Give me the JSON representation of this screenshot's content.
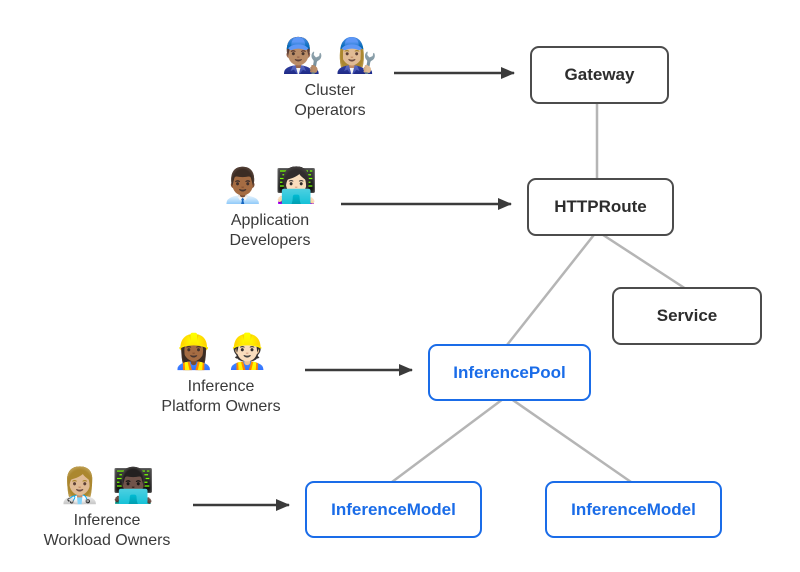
{
  "colors": {
    "accent_blue": "#1a6ce8",
    "core_border": "#4c4c4c",
    "connector": "#b5b5b5",
    "arrow": "#3b3b3b"
  },
  "actors": [
    {
      "id": "cluster-operators",
      "emojis": "👨🏽‍🔧 👩🏼‍🔧",
      "label": "Cluster\nOperators"
    },
    {
      "id": "application-developers",
      "emojis": "👨🏾‍💼 👩🏻‍💻",
      "label": "Application\nDevelopers"
    },
    {
      "id": "inference-platform-owners",
      "emojis": "👷🏾‍♀️ 👷🏻",
      "label": "Inference\nPlatform Owners"
    },
    {
      "id": "inference-workload-owners",
      "emojis": "👩🏼‍⚕️ 👨🏿‍💻",
      "label": "Inference\nWorkload Owners"
    }
  ],
  "nodes": [
    {
      "id": "gateway",
      "label": "Gateway",
      "style": "core"
    },
    {
      "id": "httproute",
      "label": "HTTPRoute",
      "style": "core"
    },
    {
      "id": "service",
      "label": "Service",
      "style": "core"
    },
    {
      "id": "inferencepool",
      "label": "InferencePool",
      "style": "blue"
    },
    {
      "id": "inferencemodel-left",
      "label": "InferenceModel",
      "style": "blue"
    },
    {
      "id": "inferencemodel-right",
      "label": "InferenceModel",
      "style": "blue"
    }
  ]
}
